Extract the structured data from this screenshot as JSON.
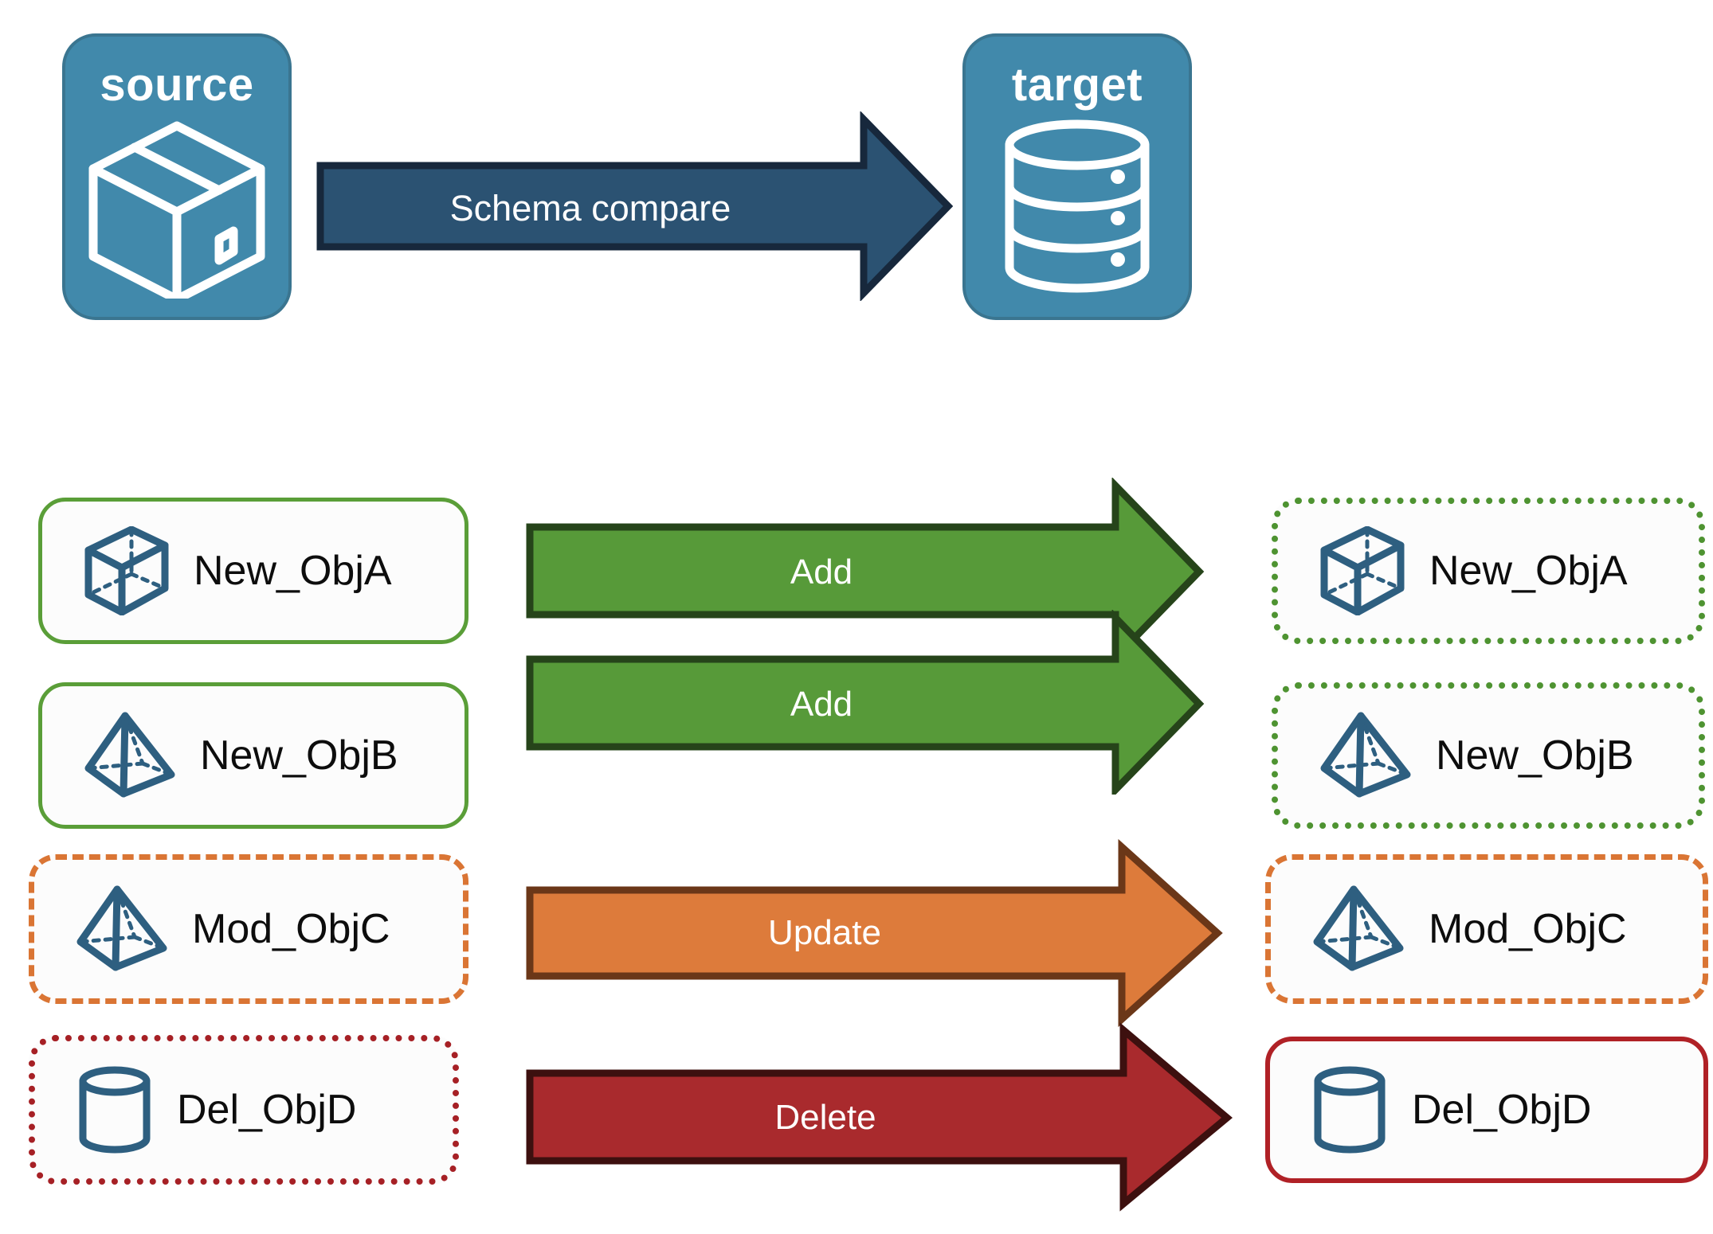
{
  "diagram": {
    "title": "Schema compare between source and target",
    "background": "#ffffff"
  },
  "endpoints": {
    "source": {
      "label": "source",
      "icon": "package-box-icon",
      "fill": "#4189ab",
      "stroke": "#3a7590"
    },
    "target": {
      "label": "target",
      "icon": "database-cylinder-icon",
      "fill": "#4189ab",
      "stroke": "#3a7590"
    }
  },
  "compare_arrow": {
    "label": "Schema compare",
    "fill": "#2b5272",
    "stroke": "#17283c",
    "direction": "right"
  },
  "rows": [
    {
      "action": "Add",
      "arrow_fill": "#579a39",
      "arrow_stroke": "#26441a",
      "source": {
        "label": "New_ObjA",
        "icon": "cube-wireframe-icon",
        "border_style": "solid",
        "border_color": "#5a9e38"
      },
      "target": {
        "label": "New_ObjA",
        "icon": "cube-wireframe-icon",
        "border_style": "dotted",
        "border_color": "#4e9331"
      }
    },
    {
      "action": "Add",
      "arrow_fill": "#579a39",
      "arrow_stroke": "#26441a",
      "source": {
        "label": "New_ObjB",
        "icon": "pyramid-wireframe-icon",
        "border_style": "solid",
        "border_color": "#5a9e38"
      },
      "target": {
        "label": "New_ObjB",
        "icon": "pyramid-wireframe-icon",
        "border_style": "dotted",
        "border_color": "#4e9331"
      }
    },
    {
      "action": "Update",
      "arrow_fill": "#dd7b3b",
      "arrow_stroke": "#6b3718",
      "source": {
        "label": "Mod_ObjC",
        "icon": "pyramid-wireframe-icon",
        "border_style": "dashed",
        "border_color": "#da7534"
      },
      "target": {
        "label": "Mod_ObjC",
        "icon": "pyramid-wireframe-icon",
        "border_style": "dashed",
        "border_color": "#da7534"
      }
    },
    {
      "action": "Delete",
      "arrow_fill": "#a92a2d",
      "arrow_stroke": "#3d100f",
      "source": {
        "label": "Del_ObjD",
        "icon": "cylinder-wireframe-icon",
        "border_style": "dotted",
        "border_color": "#a62025"
      },
      "target": {
        "label": "Del_ObjD",
        "icon": "cylinder-wireframe-icon",
        "border_style": "solid",
        "border_color": "#b02126"
      }
    }
  ],
  "icon_colors": {
    "object_stroke": "#2e5f80",
    "endpoint_stroke": "#ffffff"
  }
}
